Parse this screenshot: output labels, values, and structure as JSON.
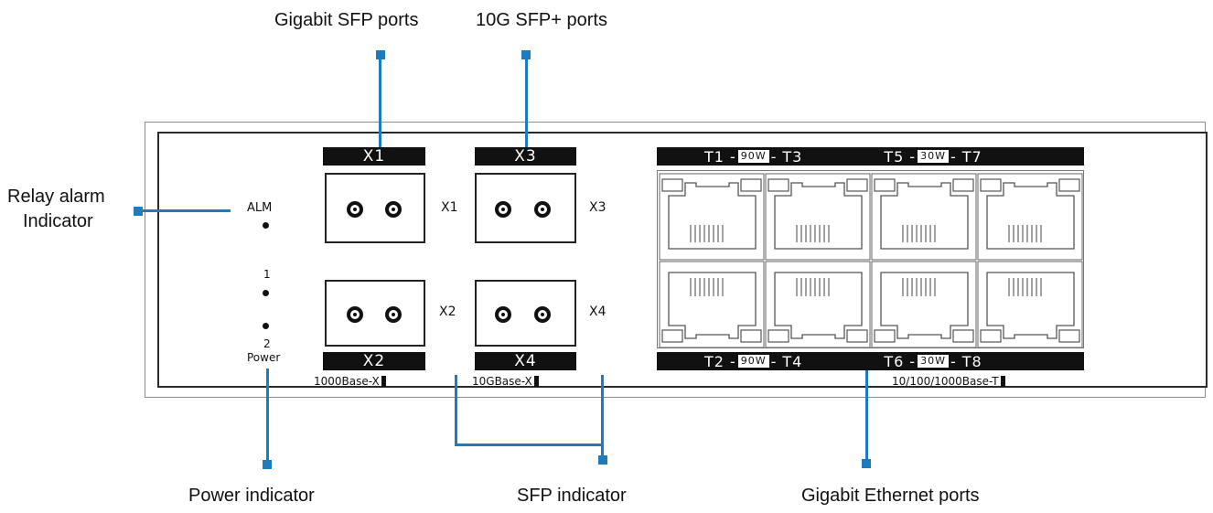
{
  "callouts": {
    "gigabit_sfp": "Gigabit SFP ports",
    "tengig_sfp": "10G SFP+ ports",
    "relay_alarm_line1": "Relay alarm",
    "relay_alarm_line2": "Indicator",
    "power_indicator": "Power indicator",
    "sfp_indicator": "SFP indicator",
    "gigabit_ethernet": "Gigabit Ethernet ports"
  },
  "panel": {
    "alm_label": "ALM",
    "power_num_1": "1",
    "power_num_2": "2",
    "power_label": "Power",
    "sfp_bars": {
      "x1": "X1",
      "x3": "X3",
      "x2": "X2",
      "x4": "X4"
    },
    "sfp_side_labels": {
      "x1": "X1",
      "x3": "X3",
      "x2": "X2",
      "x4": "X4"
    },
    "sfp_speed_left": "1000Base-X",
    "sfp_speed_right": "10GBase-X",
    "rj_top_bar": {
      "t1": "T1",
      "t3": "T3",
      "t5": "T5",
      "t7": "T7",
      "poe_a": "90W",
      "poe_b": "30W"
    },
    "rj_bottom_bar": {
      "t2": "T2",
      "t4": "T4",
      "t6": "T6",
      "t8": "T8",
      "poe_a": "90W",
      "poe_b": "30W"
    },
    "rj_speed": "10/100/1000Base-T"
  },
  "colors": {
    "leader": "#1e7bbd",
    "panel_border": "#2a2a2a",
    "bar_bg": "#111111"
  }
}
